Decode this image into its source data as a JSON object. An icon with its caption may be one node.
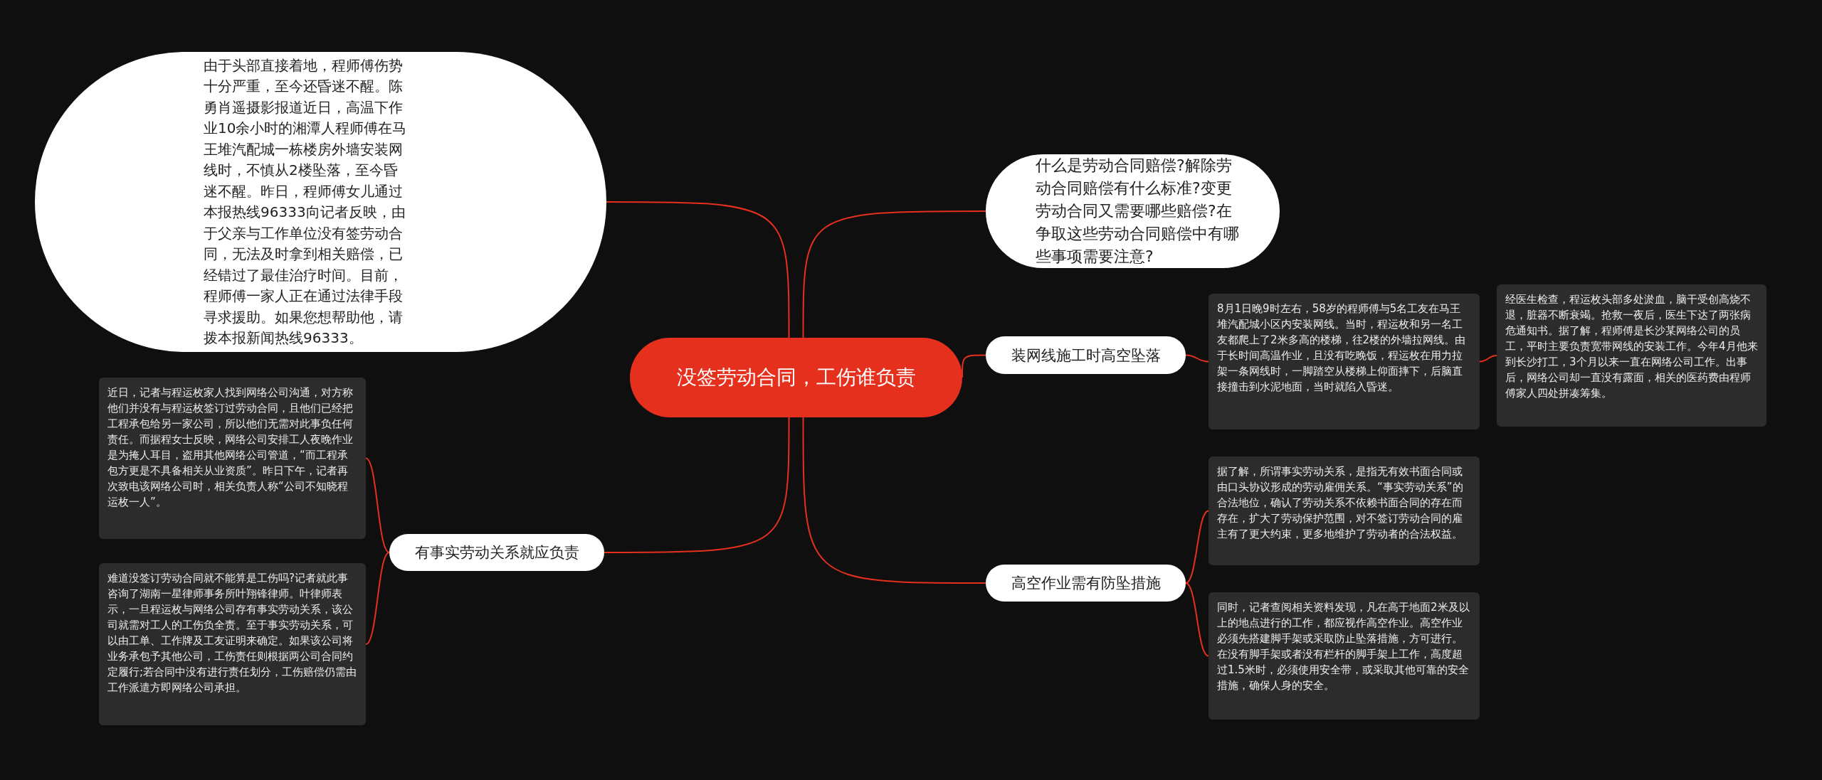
{
  "diagram": {
    "nodes": [
      {
        "text": [
          "没签劳动合同，工伤谁负责"
        ]
      },
      {
        "text": [
          "由于头部直接着地，程师傅伤势十分严重，至今还昏迷不醒。陈勇肖遥摄影报道近日，高温下作业10余小时的湘潭人程师傅在马王堆汽配城一栋楼房外墙安装网线时，不慎从2楼坠落，至今昏迷不醒。昨日，程师傅女儿通过本报热线96333向记者反映，由于父亲与工作单位没有签劳动合同，无法及时拿到相关赔偿，已经错过了最佳治疗时间。目前，程师傅一家人正在通过法律手段寻求援助。如果您想帮助他，请拨本报新闻热线96333。"
        ]
      },
      {
        "text": [
          "什么是劳动合同赔偿?解除劳动合同赔偿有什么标准?变更劳动合同又需要哪些赔偿?在争取这些劳动合同赔偿中有哪些事项需要注意?"
        ]
      },
      {
        "text": [
          "装网线施工时高空坠落"
        ]
      },
      {
        "text": [
          "8月1日晚9时左右，58岁的程师傅与5名工友在马王堆汽配城小区内安装网线。当时，程运枚和另一名工友都爬上了2米多高的楼梯，往2楼的外墙拉网线。由于长时间高温作业，且没有吃晚饭，程运枚在用力拉架一条网线时，一脚踏空从楼梯上仰面摔下，后脑直接撞击到水泥地面，当时就陷入昏迷。"
        ]
      },
      {
        "text": [
          "经医生检查，程运枚头部多处淤血，脑干受创高烧不退，脏器不断衰竭。抢救一夜后，医生下达了两张病危通知书。据了解，程师傅是长沙某网络公司的员工，平时主要负责宽带网线的安装工作。今年4月他来到长沙打工，3个月以来一直在网络公司工作。出事后，网络公司却一直没有露面，相关的医药费由程师傅家人四处拼凑筹集。"
        ]
      },
      {
        "text": [
          "高空作业需有防坠措施"
        ]
      },
      {
        "text": [
          "据了解，所谓事实劳动关系，是指无有效书面合同或由口头协议形成的劳动雇佣关系。“事实劳动关系”的合法地位，确认了劳动关系不依赖书面合同的存在而存在，扩大了劳动保护范围，对不签订劳动合同的雇主有了更大约束，更多地维护了劳动者的合法权益。"
        ]
      },
      {
        "text": [
          "同时，记者查阅相关资料发现，凡在高于地面2米及以上的地点进行的工作，都应视作高空作业。高空作业必须先搭建脚手架或采取防止坠落措施，方可进行。在没有脚手架或者没有栏杆的脚手架上工作，高度超过1.5米时，必须使用安全带，或采取其他可靠的安全措施，确保人身的安全。"
        ]
      },
      {
        "text": [
          "有事实劳动关系就应负责"
        ]
      },
      {
        "text": [
          "近日，记者与程运枚家人找到网络公司沟通，对方称他们并没有与程运枚签订过劳动合同，且他们已经把工程承包给另一家公司，所以他们无需对此事负任何责任。而据程女士反映，网络公司安排工人夜晚作业是为掩人耳目，盗用其他网络公司管道，“而工程承包方更是不具备相关从业资质”。昨日下午，记者再次致电该网络公司时，相关负责人称“公司不知晓程运枚一人”。"
        ]
      },
      {
        "text": [
          "难道没签订劳动合同就不能算是工伤吗?记者就此事咨询了湖南一星律师事务所叶翔锋律师。叶律师表示，一旦程运枚与网络公司存有事实劳动关系，该公司就需对工人的工伤负全责。至于事实劳动关系，可以由工单、工作牌及工友证明来确定。如果该公司将业务承包予其他公司，工伤责任则根据两公司合同约定履行;若合同中没有进行责任划分，工伤赔偿仍需由工作派遣方即网络公司承担。"
        ]
      }
    ],
    "edges": [
      {
        "from": 0,
        "to": 1,
        "arrow": "none"
      },
      {
        "from": 0,
        "to": 2,
        "arrow": "none"
      },
      {
        "from": 0,
        "to": 3,
        "arrow": "none"
      },
      {
        "from": 3,
        "to": 4,
        "arrow": "none"
      },
      {
        "from": 4,
        "to": 5,
        "arrow": "none"
      },
      {
        "from": 0,
        "to": 6,
        "arrow": "none"
      },
      {
        "from": 6,
        "to": 7,
        "arrow": "none"
      },
      {
        "from": 6,
        "to": 8,
        "arrow": "none"
      },
      {
        "from": 0,
        "to": 9,
        "arrow": "none"
      },
      {
        "from": 9,
        "to": 10,
        "arrow": "none"
      },
      {
        "from": 9,
        "to": 11,
        "arrow": "none"
      }
    ]
  }
}
